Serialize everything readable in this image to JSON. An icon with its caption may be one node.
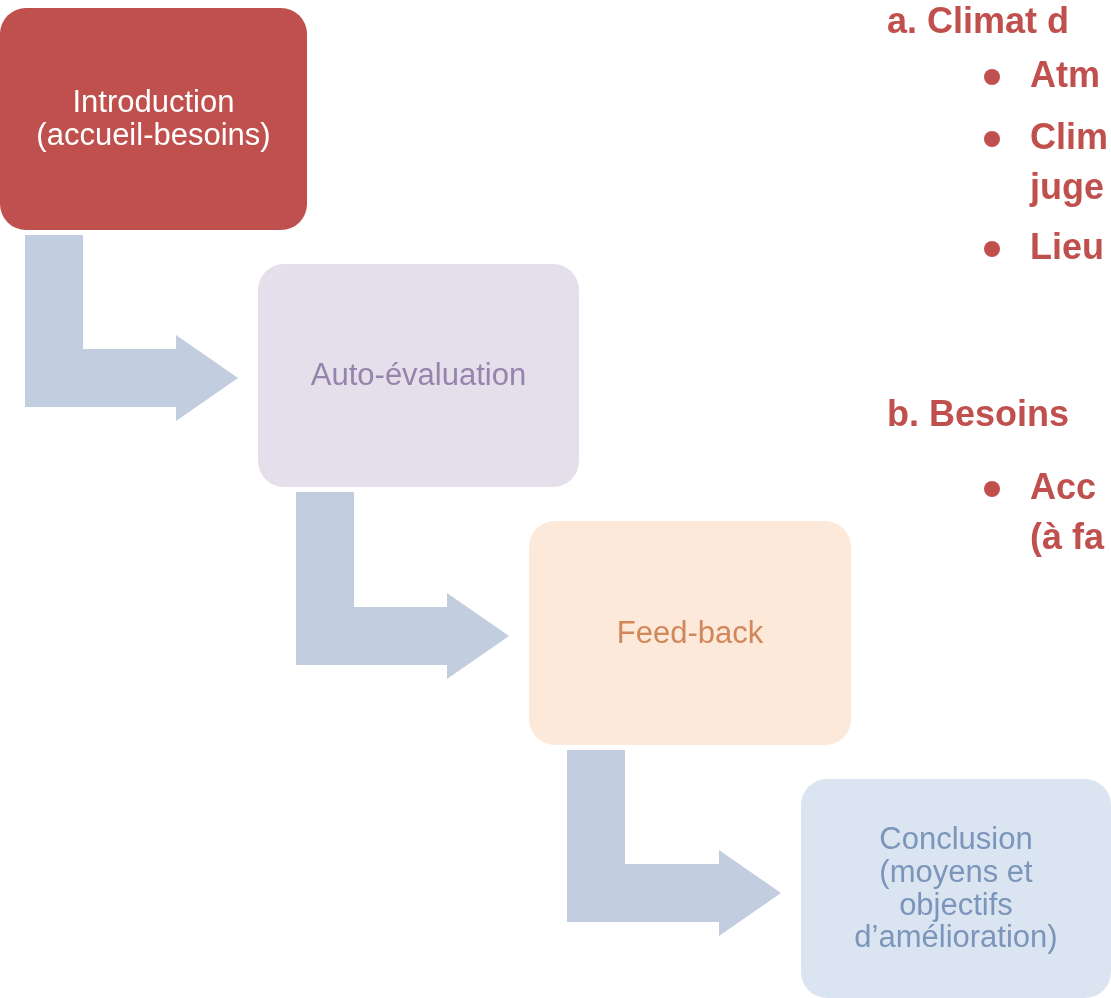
{
  "diagram": {
    "nodes": [
      {
        "text": [
          "Introduction (accueil-besoins)"
        ]
      },
      {
        "text": [
          "Auto-évaluation"
        ]
      },
      {
        "text": [
          "Feed-back"
        ]
      },
      {
        "text": [
          "Conclusion (moyens et objectifs d’amélioration)"
        ]
      }
    ],
    "edges": [
      {
        "from": 0,
        "to": 1,
        "arrow": "to"
      },
      {
        "from": 1,
        "to": 2,
        "arrow": "to"
      },
      {
        "from": 2,
        "to": 3,
        "arrow": "to"
      }
    ],
    "labels": [
      "a. Climat d",
      "Atm",
      "Clim juge",
      "Lieu",
      "b. Besoins",
      "Acc (à fa"
    ]
  }
}
